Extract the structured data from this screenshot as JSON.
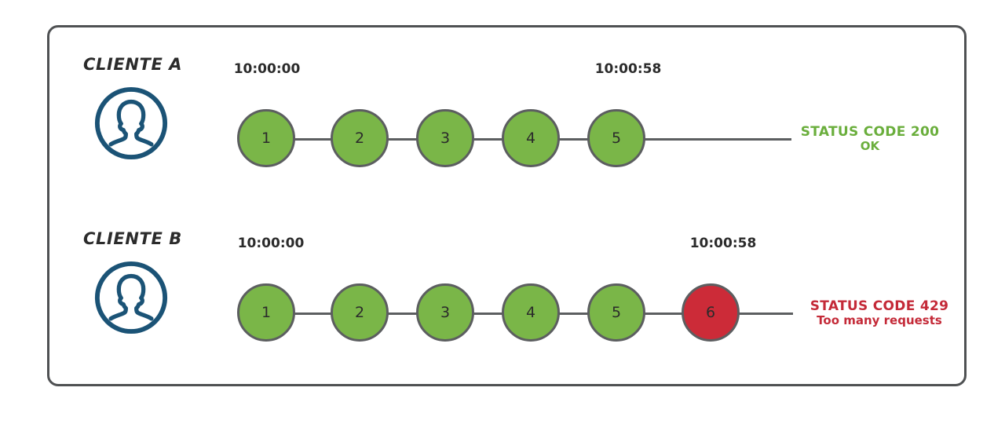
{
  "diagram": {
    "title": "API rate limiting comparison between two clients",
    "colors": {
      "frame_border": "#4f5153",
      "node_ok_fill": "#7ab648",
      "node_error_fill": "#cc2b38",
      "node_stroke": "#5c5e60",
      "avatar": "#1b5376",
      "status_ok_text": "#6aae3c",
      "status_error_text": "#c42a38",
      "background": "#ffffff"
    },
    "rows": [
      {
        "id": "client-a",
        "label": "CLIENTE A",
        "avatar_icon": "user-avatar-icon",
        "timestamp_start": "10:00:00",
        "timestamp_end": "10:00:58",
        "nodes": [
          {
            "number": "1",
            "state": "ok"
          },
          {
            "number": "2",
            "state": "ok"
          },
          {
            "number": "3",
            "state": "ok"
          },
          {
            "number": "4",
            "state": "ok"
          },
          {
            "number": "5",
            "state": "ok"
          }
        ],
        "status": {
          "state": "ok",
          "line1": "STATUS CODE 200",
          "line2": "OK"
        }
      },
      {
        "id": "client-b",
        "label": "CLIENTE B",
        "avatar_icon": "user-avatar-icon",
        "timestamp_start": "10:00:00",
        "timestamp_end": "10:00:58",
        "nodes": [
          {
            "number": "1",
            "state": "ok"
          },
          {
            "number": "2",
            "state": "ok"
          },
          {
            "number": "3",
            "state": "ok"
          },
          {
            "number": "4",
            "state": "ok"
          },
          {
            "number": "5",
            "state": "ok"
          },
          {
            "number": "6",
            "state": "error"
          }
        ],
        "status": {
          "state": "error",
          "line1": "STATUS CODE 429",
          "line2": "Too many requests"
        }
      }
    ]
  }
}
